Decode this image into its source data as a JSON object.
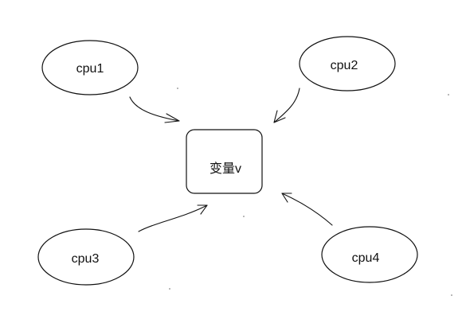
{
  "diagram": {
    "center_node": {
      "label": "变量v"
    },
    "cpu_nodes": [
      {
        "label": "cpu1"
      },
      {
        "label": "cpu2"
      },
      {
        "label": "cpu3"
      },
      {
        "label": "cpu4"
      }
    ],
    "colors": {
      "stroke": "#111111",
      "background": "#ffffff"
    }
  }
}
